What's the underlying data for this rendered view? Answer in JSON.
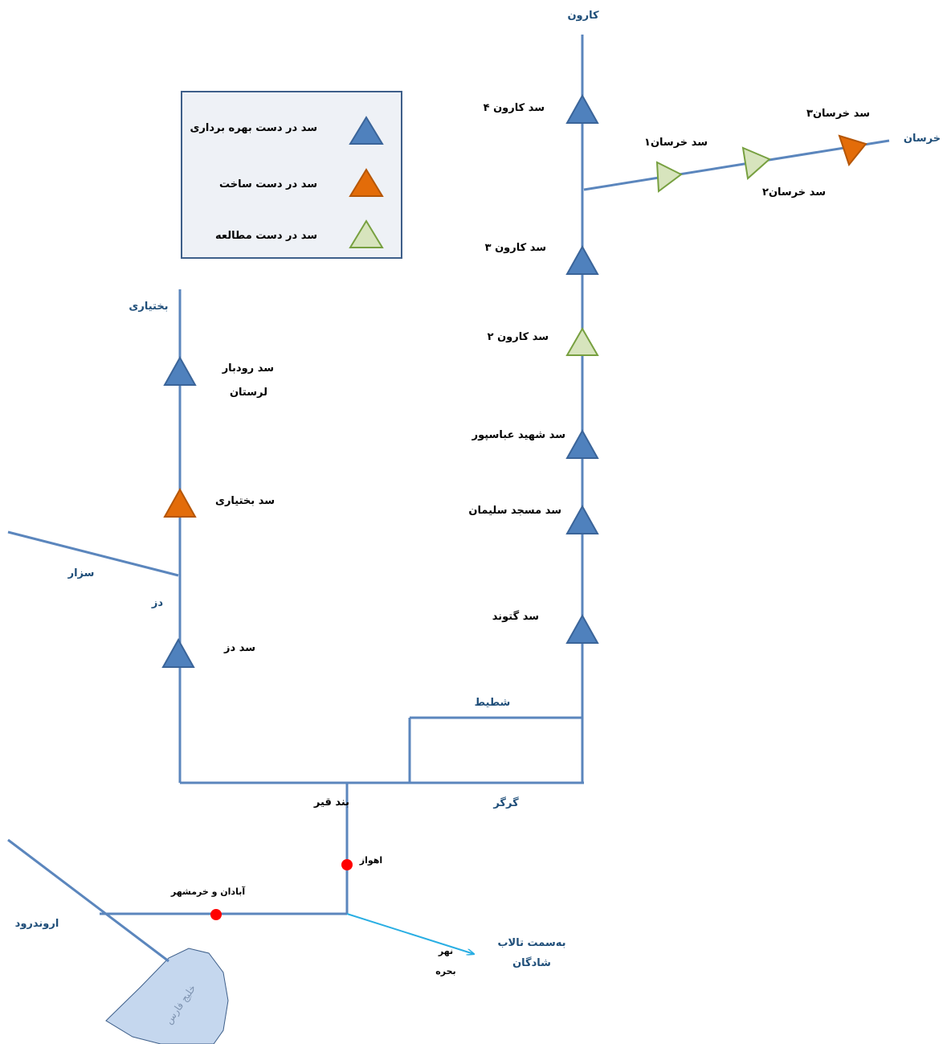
{
  "colors": {
    "river": "#5b86bd",
    "river_branch": "#29aee3",
    "operating": "#4f81bd",
    "construction": "#e36c09",
    "study": "#d7e4bd",
    "study_stroke": "#77a040",
    "city": "#ff0000",
    "sea": "#c5d7ee",
    "legend_bg": "#eef1f6",
    "legend_border": "#3e5f8a"
  },
  "legend": {
    "operating": "سد در دست بهره برداری",
    "construction": "سد در دست ساخت",
    "study": "سد در دست مطالعه"
  },
  "rivers": {
    "karun": "کارون",
    "khersan": "خرسان",
    "bakhtiari": "بختیاری",
    "sezar": "سزار",
    "dez": "دز",
    "shotait": "شطیط",
    "gargar": "گرگر",
    "arvandrud": "اروندرود",
    "bahmanshir_1": "نهر",
    "bahmanshir_2": "بحره"
  },
  "dams": {
    "karun4": "سد کارون ۴",
    "karun3": "سد کارون ۳",
    "karun2": "سد کارون ۲",
    "abbaspour": "سد شهید عباسپور",
    "masjed": "سد مسجد سلیمان",
    "gotvand": "سد گتوند",
    "khersan1": "سد خرسان۱",
    "khersan2": "سد خرسان۲",
    "khersan3": "سد خرسان۳",
    "rudbar_1": "سد رودبار",
    "rudbar_2": "لرستان",
    "bakhtiari": "سد بختیاری",
    "dez": "سد دز"
  },
  "places": {
    "bandghir": "بند قیر",
    "ahvaz": "اهواز",
    "abadan": "آبادان و خرمشهر",
    "shadegan_1": "به‌سمت تالاب",
    "shadegan_2": "شادگان",
    "persian_gulf": "خلیج فارس"
  }
}
